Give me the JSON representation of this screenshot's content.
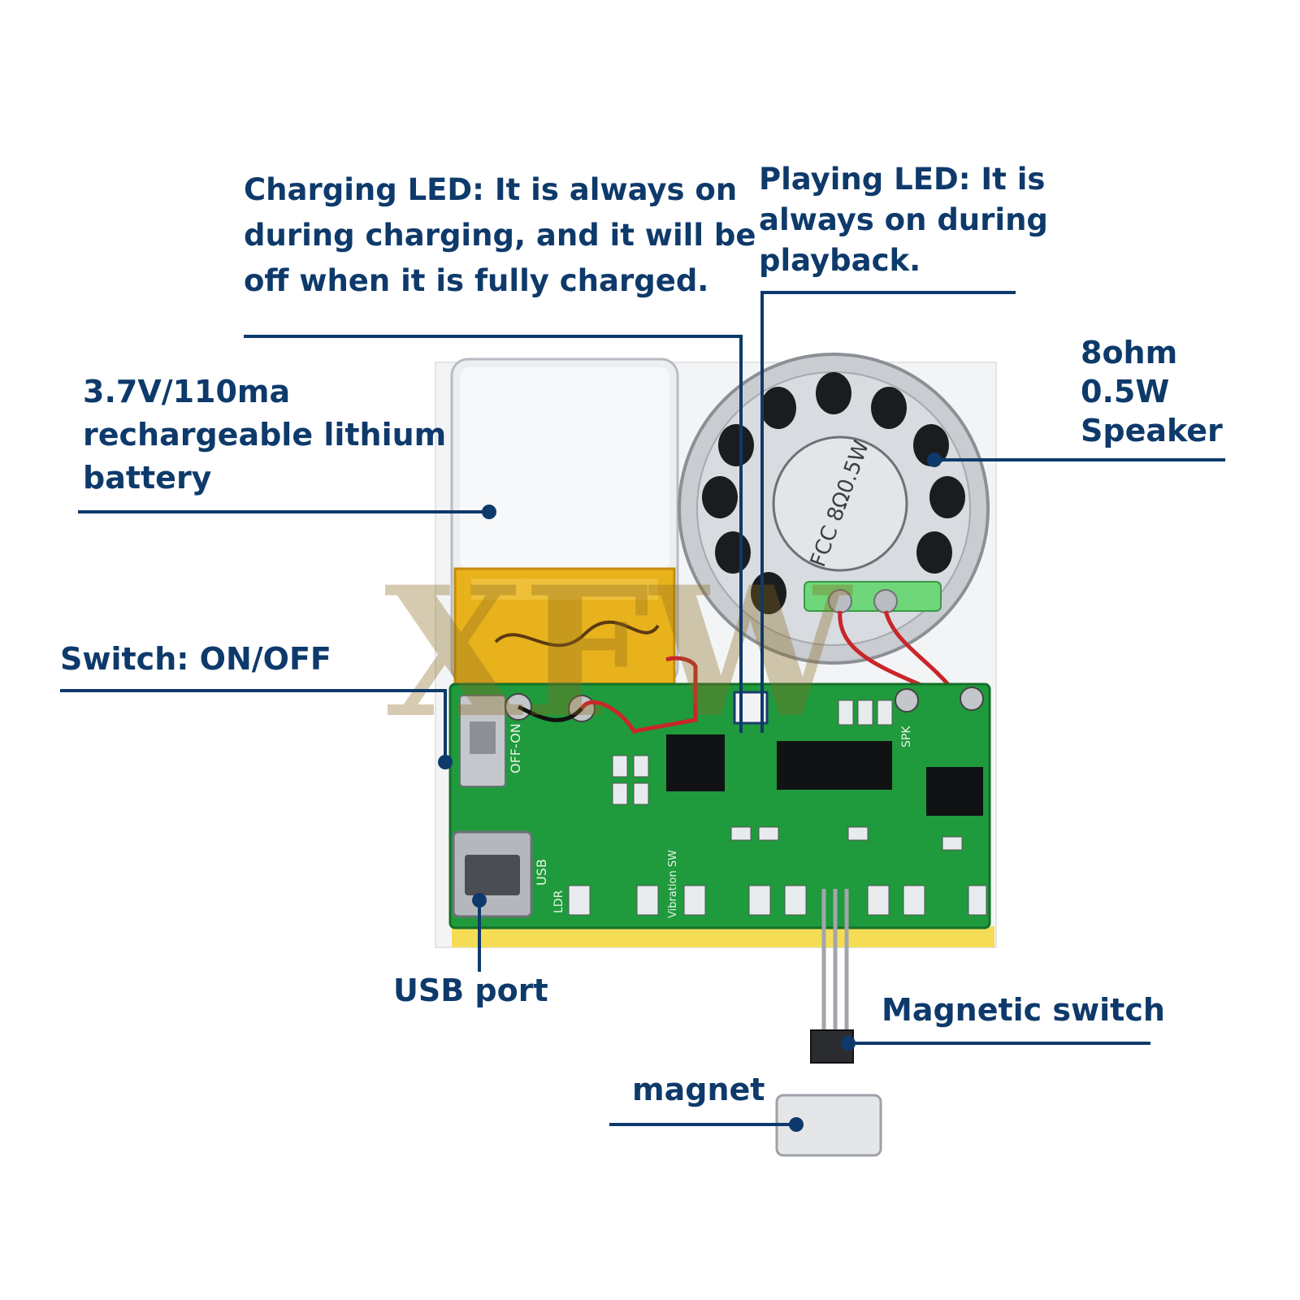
{
  "labels": {
    "charging_led": [
      "Charging LED: It is always on",
      "during charging, and it will be",
      "off when it is fully charged."
    ],
    "playing_led": [
      "Playing LED: It is",
      "always on during",
      "playback."
    ],
    "speaker": [
      "8ohm",
      "0.5W",
      "Speaker"
    ],
    "battery": [
      "3.7V/110ma",
      "rechargeable lithium",
      "battery"
    ],
    "switch": "Switch: ON/OFF",
    "usb_port": "USB port",
    "magnetic_switch": "Magnetic switch",
    "magnet": "magnet"
  },
  "watermark": "XFW",
  "board_silkscreen": {
    "off_on": "OFF-ON",
    "usb": "USB",
    "ldr": "LDR",
    "vibration": "Vibration SW",
    "spk": "SPK",
    "speaker_marking": "FCC 8Ω0.5W"
  },
  "colors": {
    "label_text": "#0e3a6b",
    "leader_line": "#0e3a6b",
    "pcb": "#1f9a3c",
    "battery_wrap": "#e8b21c",
    "speaker_metal": "#c9ccd0"
  }
}
